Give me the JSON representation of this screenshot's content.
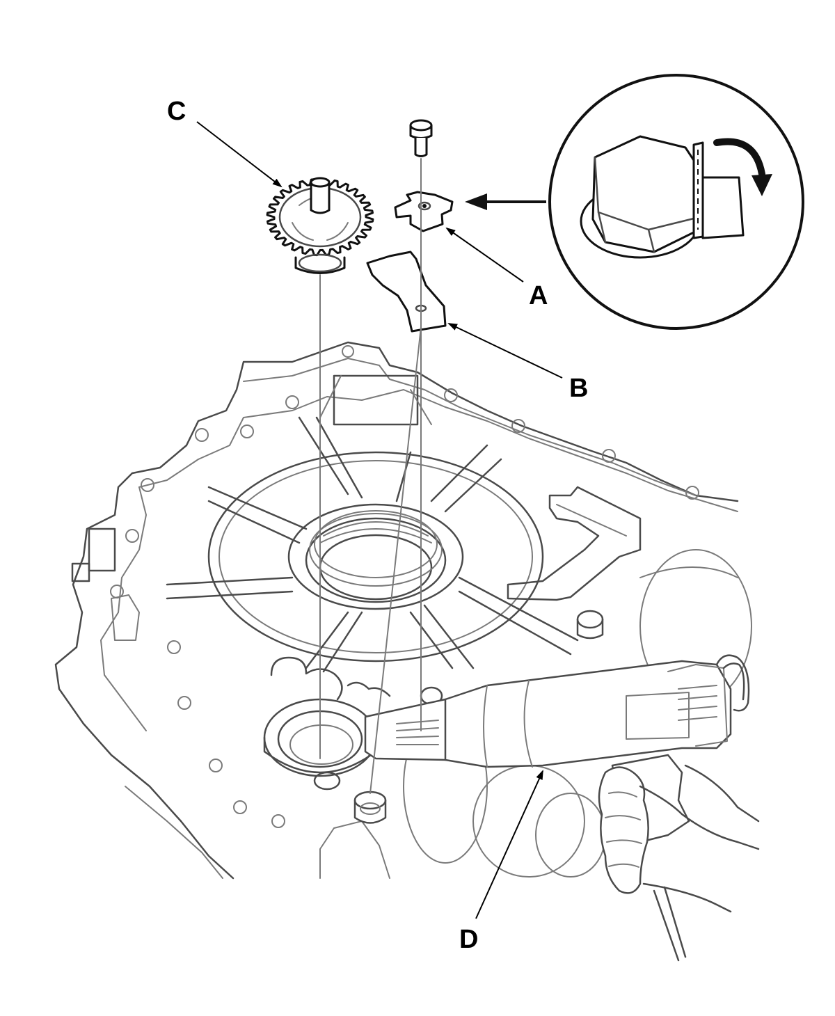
{
  "callouts": {
    "a": "A",
    "b": "B",
    "c": "C",
    "d": "D"
  },
  "colors": {
    "line_art": "#4a4a4a",
    "ink": "#000000",
    "background": "#ffffff"
  }
}
